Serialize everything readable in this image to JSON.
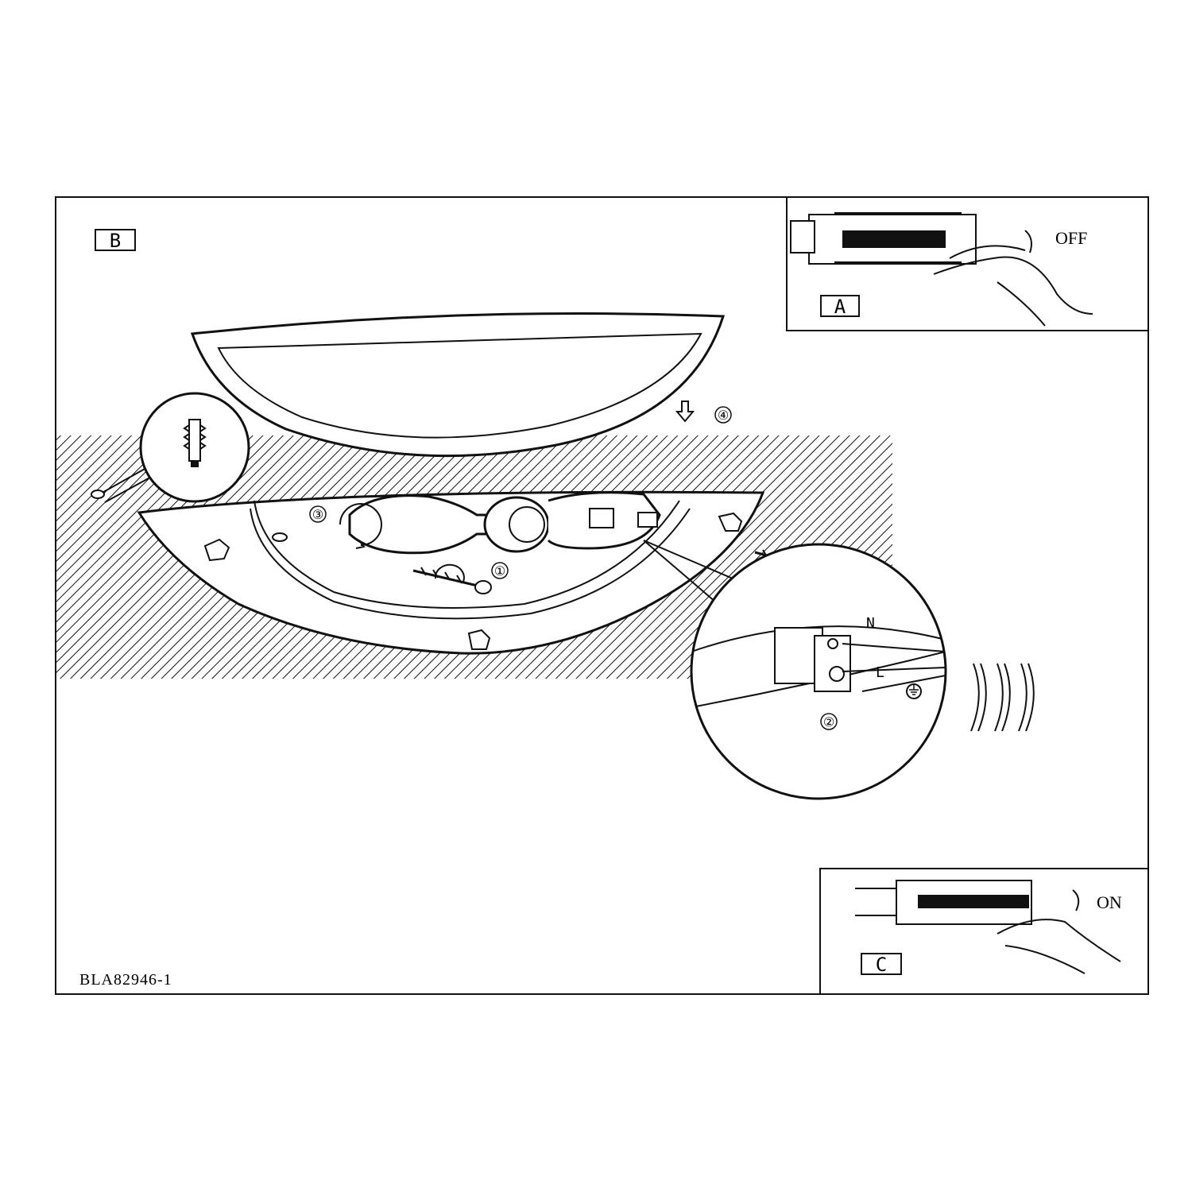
{
  "panels": {
    "main": {
      "label": "B",
      "code": "BLA82946-1"
    },
    "power_off": {
      "label": "A",
      "switch_text": "OFF"
    },
    "power_on": {
      "label": "C",
      "switch_text": "ON"
    }
  },
  "steps": {
    "step1": "①",
    "step2": "②",
    "step3": "③",
    "step4": "④"
  },
  "wiring": {
    "neutral": "N",
    "live": "L"
  },
  "icons": [
    "wall-plug-icon",
    "screw-icon",
    "bulb-icon",
    "lamp-socket-icon",
    "earth-ground-icon",
    "hand-icon",
    "circuit-breaker-icon",
    "down-arrow-icon"
  ],
  "colors": {
    "ink": "#111111",
    "paper": "#ffffff"
  }
}
